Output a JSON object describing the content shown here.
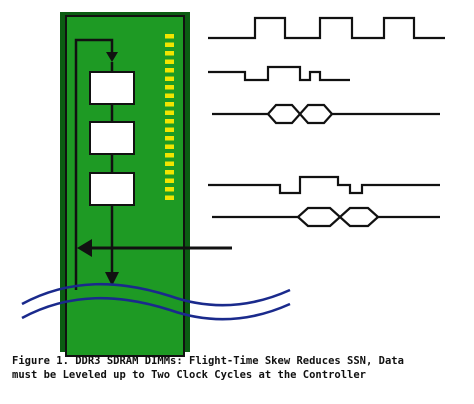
{
  "figure": {
    "caption_line1": "Figure 1. DDR3 SDRAM DIMMs: Flight-Time Skew Reduces SSN, Data",
    "caption_line2": "must be Leveled up to Two Clock Cycles at the Controller"
  },
  "diagram": {
    "dimm": {
      "chip_count": 3,
      "contact_pin_count": 20
    },
    "waveforms": [
      {
        "kind": "clock"
      },
      {
        "kind": "delayed-pulse"
      },
      {
        "kind": "data-eye"
      },
      {
        "kind": "delayed-pulse"
      },
      {
        "kind": "data-eye"
      }
    ]
  },
  "colors": {
    "board_fill": "#1e9a24",
    "board_border": "#111111",
    "board_shadow": "#0b5c12",
    "chip_fill": "#ffffff",
    "contact_pin": "#f2e500",
    "signal_line": "#111111",
    "wave_line": "#1a2a8c"
  }
}
